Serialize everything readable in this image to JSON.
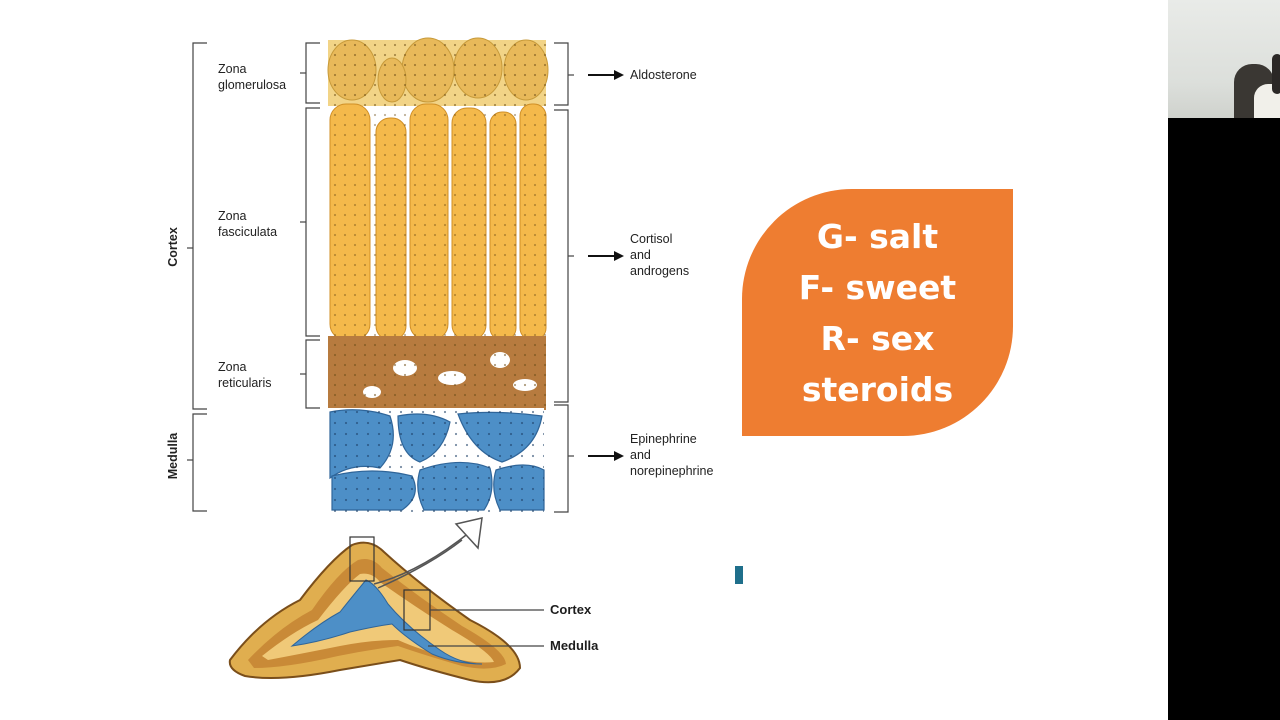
{
  "zones": {
    "glomerulosa": [
      "Zona",
      "glomerulosa"
    ],
    "fasciculata": [
      "Zona",
      "fasciculata"
    ],
    "reticularis": [
      "Zona",
      "reticularis"
    ]
  },
  "regions": {
    "cortex": "Cortex",
    "medulla": "Medulla"
  },
  "hormones": {
    "aldosterone": [
      "Aldosterone"
    ],
    "cortisol": [
      "Cortisol",
      "and",
      "androgens"
    ],
    "epinephrine": [
      "Epinephrine",
      "and",
      "norepinephrine"
    ]
  },
  "gland_labels": {
    "cortex": "Cortex",
    "medulla": "Medulla"
  },
  "card": {
    "lines": [
      "G- salt",
      "F- sweet",
      "R- sex",
      "steroids"
    ],
    "color": "#ee7d31"
  },
  "colors": {
    "glomerulosa": "#f2d487",
    "fasciculata": "#f4b94b",
    "reticularis": "#b77b3f",
    "medulla": "#4d8fc7"
  }
}
